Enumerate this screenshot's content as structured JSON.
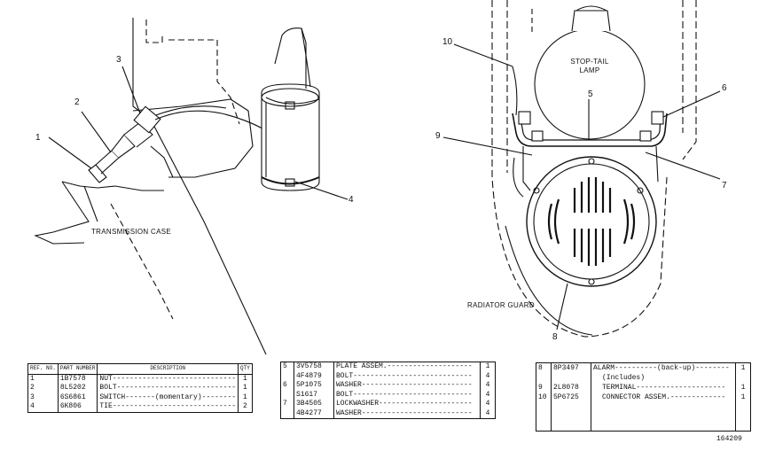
{
  "labels": {
    "ref1": "1",
    "ref2": "2",
    "ref3": "3",
    "ref4": "4",
    "ref5": "5",
    "ref6": "6",
    "ref7": "7",
    "ref8": "8",
    "ref9": "9",
    "ref10": "10"
  },
  "captions": {
    "transmission": "TRANSMISSION CASE",
    "lamp_line1": "STOP-TAIL",
    "lamp_line2": "LAMP",
    "radiator": "RADIATOR GUARD"
  },
  "table1": {
    "headers": {
      "ref": "REF. NO.",
      "part": "PART NUMBER",
      "desc": "DESCRIPTION",
      "qty": "QTY"
    },
    "rows": [
      {
        "ref": "1",
        "part": "1B7578",
        "desc": "NUT-----------------------------",
        "qty": "1"
      },
      {
        "ref": "2",
        "part": "8L5202",
        "desc": "BOLT----------------------------",
        "qty": "1"
      },
      {
        "ref": "3",
        "part": "6S6861",
        "desc": "SWITCH-------(momentary)--------",
        "qty": "1"
      },
      {
        "ref": "4",
        "part": "6K806",
        "desc": "TIE-----------------------------",
        "qty": "2"
      }
    ]
  },
  "table2": {
    "rows": [
      {
        "ref": "5",
        "part": "3V5758",
        "desc": "PLATE ASSEM.--------------------",
        "qty": "1"
      },
      {
        "ref": "",
        "part": "4F4879",
        "desc": "BOLT----------------------------",
        "qty": "4"
      },
      {
        "ref": "6",
        "part": "5P1075",
        "desc": "WASHER--------------------------",
        "qty": "4"
      },
      {
        "ref": "",
        "part": "S1617",
        "desc": "BOLT----------------------------",
        "qty": "4"
      },
      {
        "ref": "7",
        "part": "3B4505",
        "desc": "LOCKWASHER----------------------",
        "qty": "4"
      },
      {
        "ref": "",
        "part": "4B4277",
        "desc": "WASHER--------------------------",
        "qty": "4"
      }
    ]
  },
  "table3": {
    "rows": [
      {
        "ref": "8",
        "part": "8P3497",
        "desc": "ALARM----------(back-up)--------",
        "qty": "1"
      },
      {
        "ref": "",
        "part": "",
        "desc": "(Includes)",
        "qty": ""
      },
      {
        "ref": "9",
        "part": "2L8078",
        "desc": "TERMINAL---------------------",
        "qty": "1"
      },
      {
        "ref": "10",
        "part": "5P6725",
        "desc": "CONNECTOR ASSEM.-------------",
        "qty": "1"
      }
    ]
  },
  "drawing_number": "164209"
}
